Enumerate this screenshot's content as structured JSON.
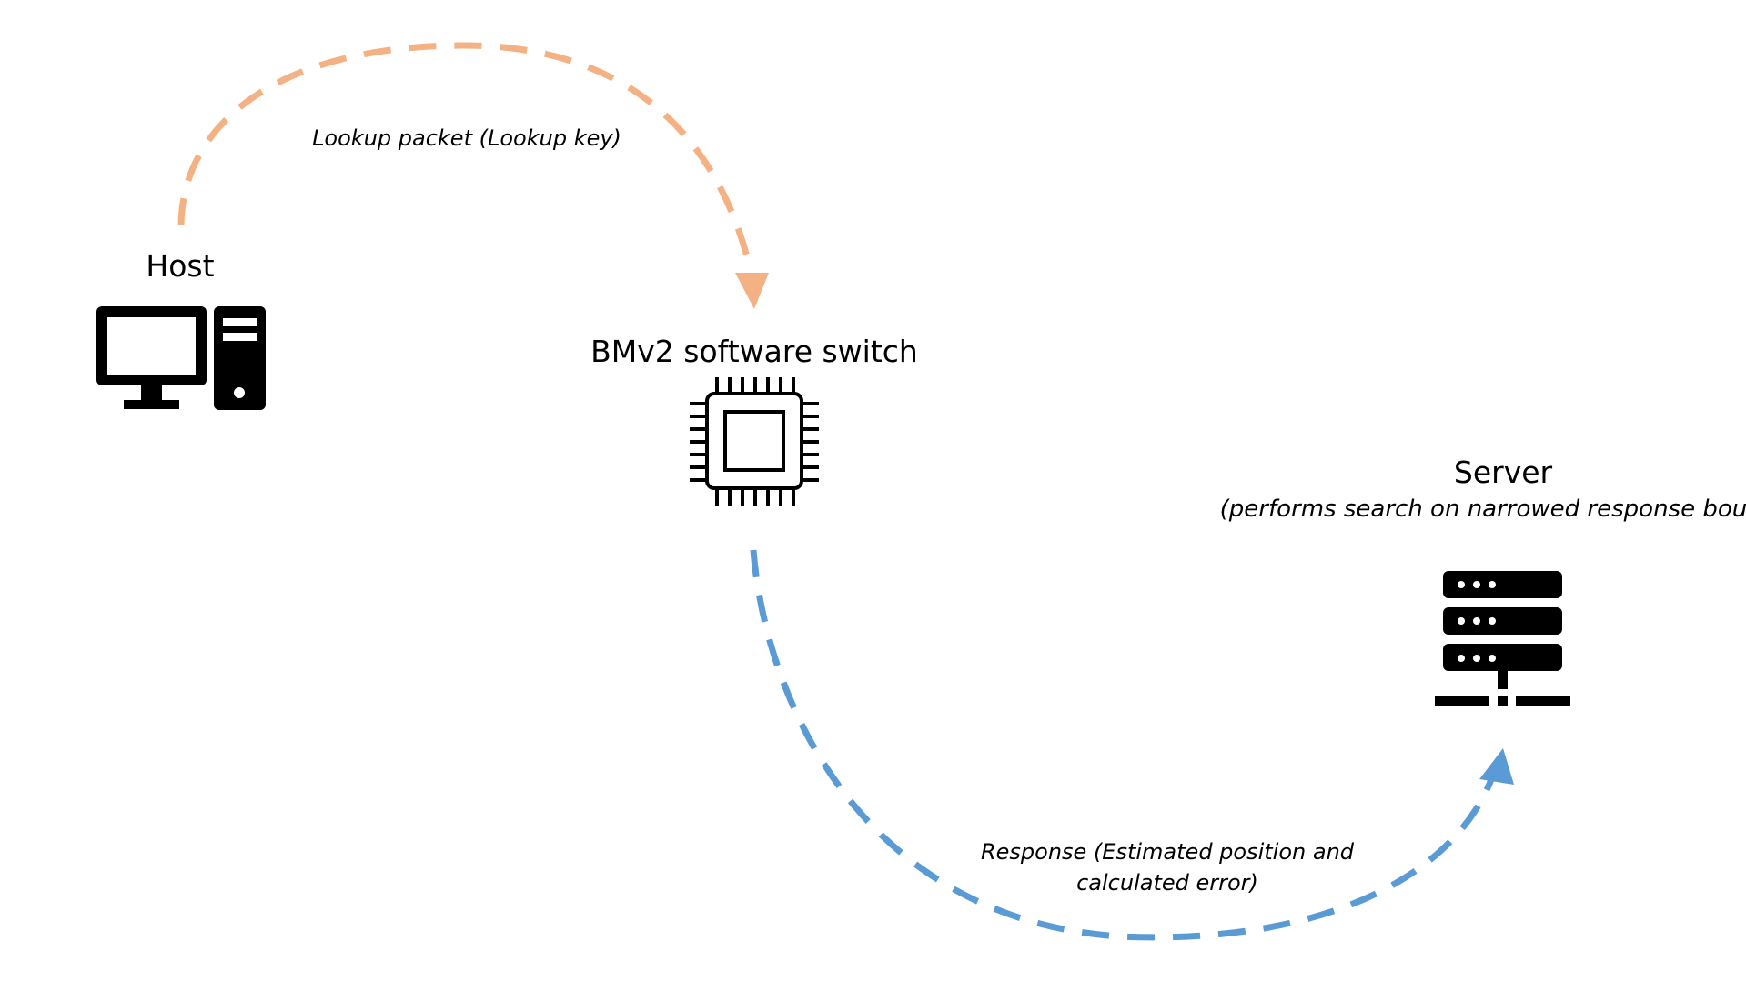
{
  "nodes": {
    "host": {
      "label": "Host",
      "icon": "desktop-computer-icon"
    },
    "switch": {
      "label": "BMv2 software switch",
      "icon": "cpu-chip-icon"
    },
    "server": {
      "label": "Server",
      "sublabel": "(performs search on narrowed response bound)",
      "icon": "server-rack-icon"
    }
  },
  "edges": {
    "lookup": {
      "label": "Lookup packet (Lookup key)",
      "from": "Host",
      "to": "BMv2 software switch",
      "color": "#F4B183"
    },
    "response": {
      "label_line1": "Response (Estimated position and",
      "label_line2": "calculated error)",
      "from": "BMv2 software switch",
      "to": "Server",
      "color": "#5B9BD5"
    }
  }
}
